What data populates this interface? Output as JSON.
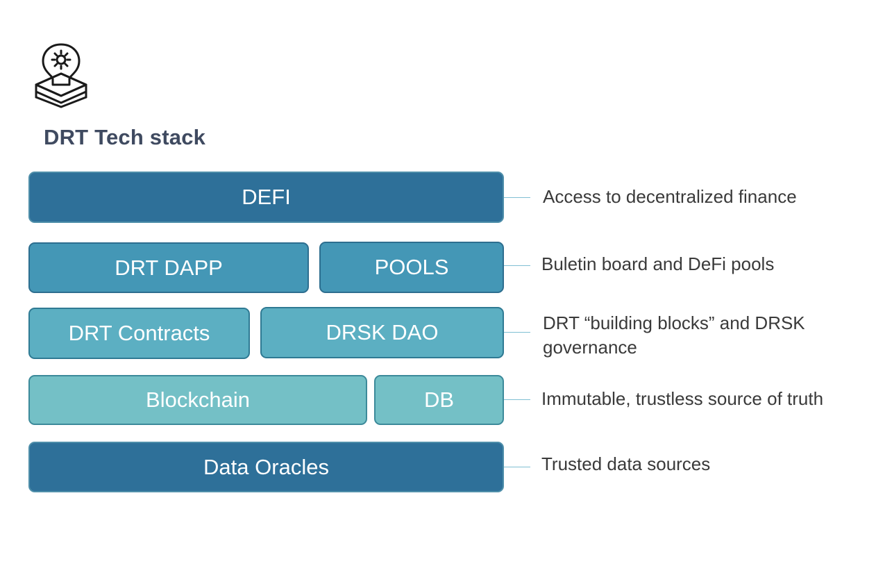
{
  "header": {
    "logo_icon": "lightbulb-gear-layers-icon",
    "title": "DRT Tech stack"
  },
  "stack": {
    "row1": {
      "defi": "DEFI",
      "description": "Access to decentralized finance"
    },
    "row2": {
      "dapp": "DRT DAPP",
      "pools": "POOLS",
      "description": "Buletin board and DeFi pools"
    },
    "row3": {
      "contracts": "DRT Contracts",
      "dao": "DRSK DAO",
      "description_line1": "DRT “building blocks” and DRSK",
      "description_line2": "governance"
    },
    "row4": {
      "blockchain": "Blockchain",
      "db": "DB",
      "description": "Immutable, trustless source of truth"
    },
    "row5": {
      "oracles": "Data Oracles",
      "description": "Trusted data sources"
    }
  },
  "colors": {
    "dark_blue": "#2e7099",
    "mid_blue": "#4497b6",
    "light_blue": "#5cafc2",
    "pale_teal": "#74c0c6",
    "title_text": "#3f4a60"
  }
}
